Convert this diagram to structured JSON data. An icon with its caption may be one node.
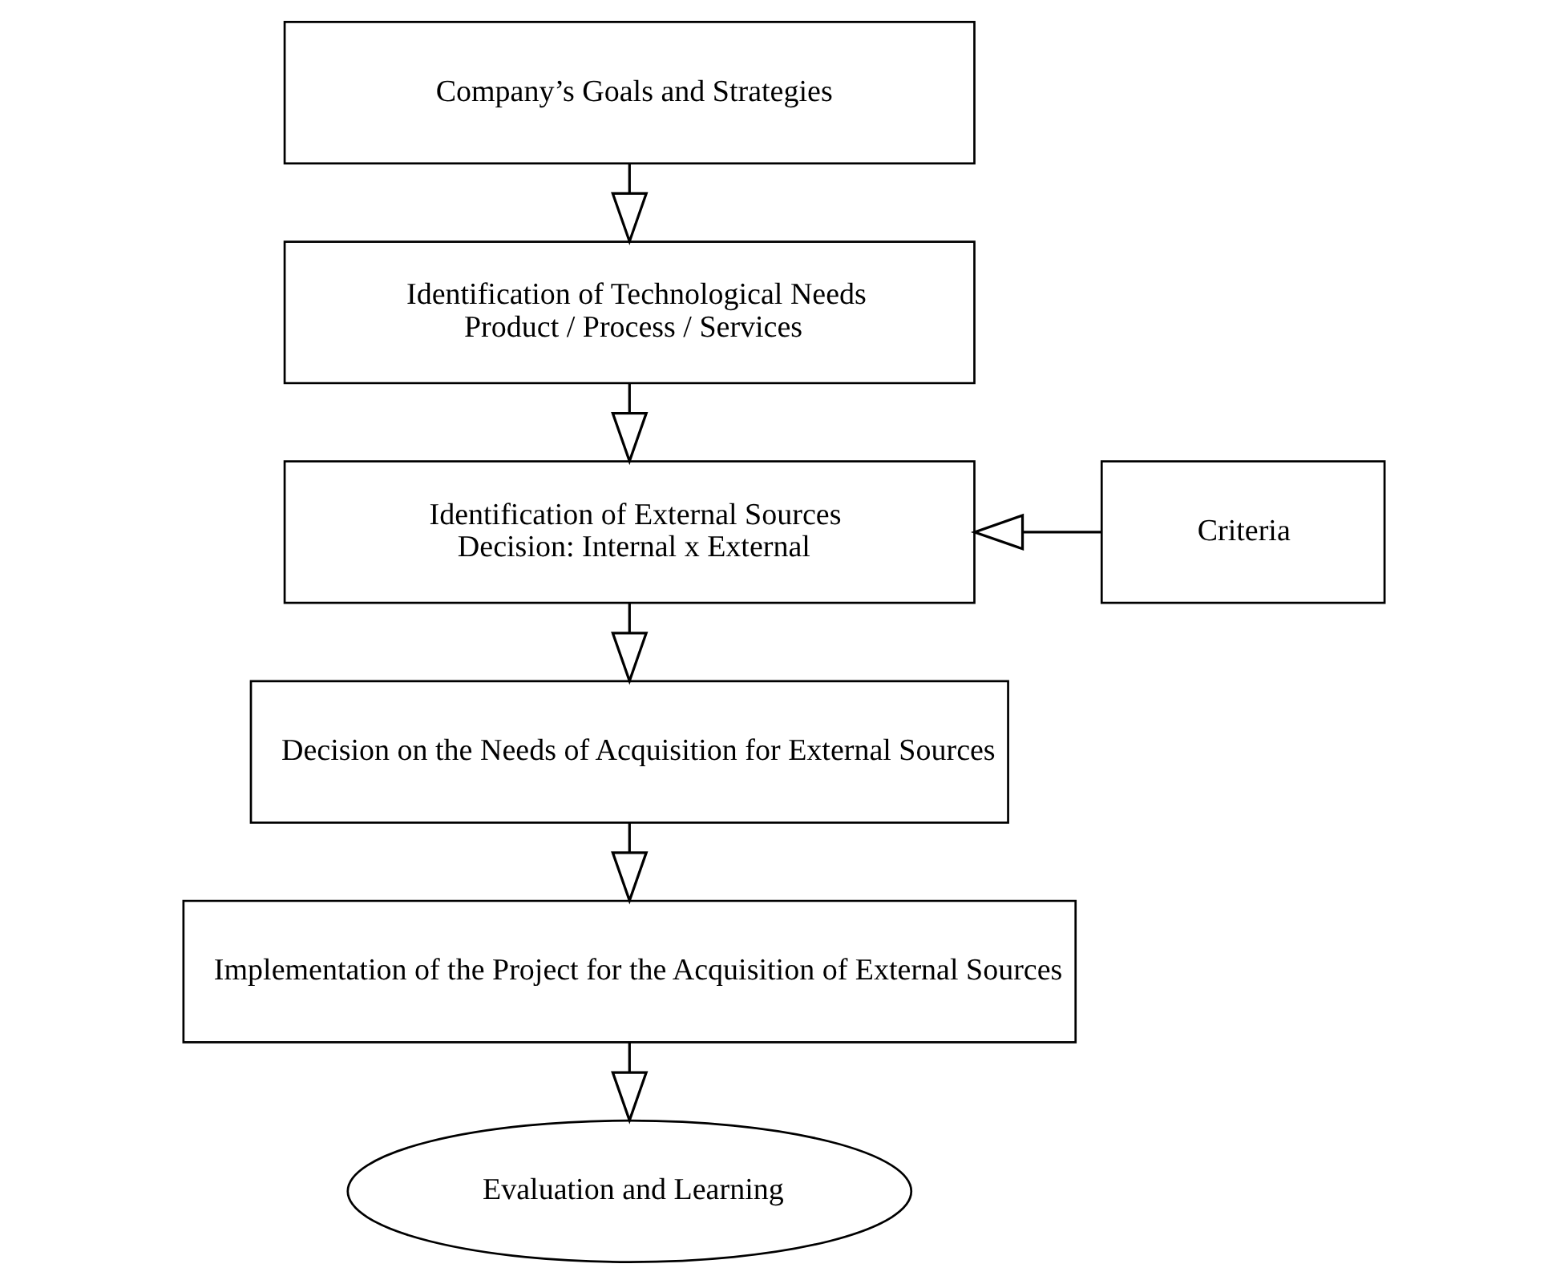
{
  "diagram": {
    "nodes": [
      {
        "text": [
          "Company’s Goals and Strategies"
        ]
      },
      {
        "text": [
          "Identification of Technological Needs",
          "Product / Process / Services"
        ]
      },
      {
        "text": [
          "Identification of External Sources",
          "Decision: Internal x External"
        ]
      },
      {
        "text": [
          "Criteria"
        ]
      },
      {
        "text": [
          "Decision on the Needs of Acquisition for External Sources"
        ]
      },
      {
        "text": [
          "Implementation of the Project for the Acquisition of External Sources"
        ]
      },
      {
        "text": [
          "Evaluation and Learning"
        ]
      }
    ],
    "edges": [
      {
        "from": 0,
        "to": 1,
        "arrow": "to"
      },
      {
        "from": 1,
        "to": 2,
        "arrow": "to"
      },
      {
        "from": 3,
        "to": 2,
        "arrow": "to"
      },
      {
        "from": 2,
        "to": 4,
        "arrow": "to"
      },
      {
        "from": 4,
        "to": 5,
        "arrow": "to"
      },
      {
        "from": 5,
        "to": 6,
        "arrow": "to"
      }
    ]
  }
}
